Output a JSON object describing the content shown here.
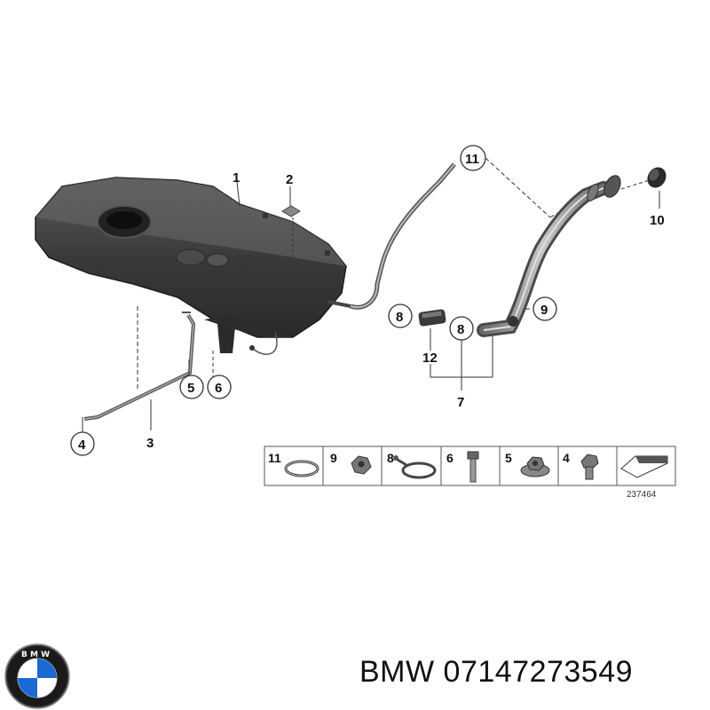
{
  "callouts": {
    "c1": "1",
    "c2": "2",
    "c3": "3",
    "c4": "4",
    "c5": "5",
    "c6": "6",
    "c7": "7",
    "c8a": "8",
    "c8b": "8",
    "c9": "9",
    "c10": "10",
    "c11": "11",
    "c12": "12"
  },
  "legend": {
    "items": [
      {
        "num": "11",
        "icon": "hose-clamp-icon"
      },
      {
        "num": "9",
        "icon": "hex-nut-icon"
      },
      {
        "num": "8",
        "icon": "hose-clamp-icon"
      },
      {
        "num": "6",
        "icon": "bolt-icon"
      },
      {
        "num": "5",
        "icon": "flange-nut-icon"
      },
      {
        "num": "4",
        "icon": "clip-nut-icon"
      },
      {
        "num": "",
        "icon": "arrow-icon"
      }
    ],
    "reference": "237464"
  },
  "caption": "BMW 07147273549",
  "logo": {
    "text_top": "B M W",
    "colors": {
      "blue": "#1c69d4",
      "ring": "#1a1a1a",
      "white": "#ffffff"
    }
  }
}
